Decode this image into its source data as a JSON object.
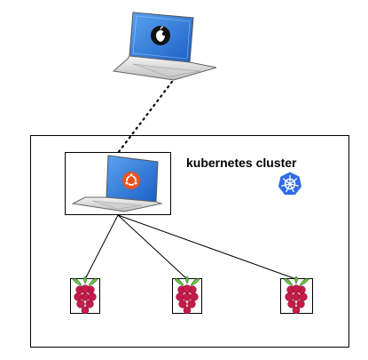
{
  "cluster": {
    "label": "kubernetes cluster"
  },
  "icons": {
    "client": "macbook-laptop-icon",
    "client_logo": "apple-logo-icon",
    "master": "ubuntu-laptop-icon",
    "master_logo": "ubuntu-logo-icon",
    "orchestrator": "kubernetes-logo-icon",
    "worker": "raspberry-pi-icon"
  },
  "colors": {
    "kubernetes_blue": "#326ce5",
    "ubuntu_orange": "#e95420",
    "raspberry_red": "#c51a4a",
    "leaf_green": "#6cc04a",
    "laptop_screen_blue": "#2a74d4"
  },
  "nodes": {
    "workers": [
      {
        "id": "worker-1"
      },
      {
        "id": "worker-2"
      },
      {
        "id": "worker-3"
      }
    ]
  }
}
